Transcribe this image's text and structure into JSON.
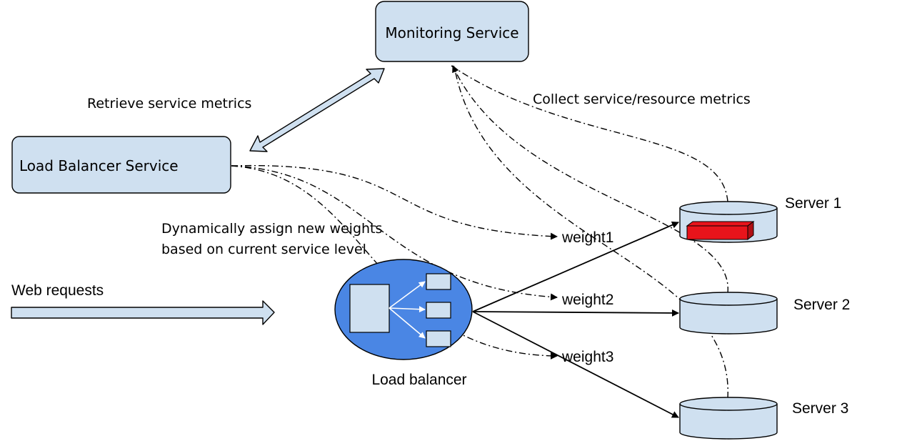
{
  "monitoring_service": {
    "label": "Monitoring Service"
  },
  "load_balancer_service": {
    "label": "Load Balancer Service"
  },
  "edge_labels": {
    "retrieve": "Retrieve service metrics",
    "collect": "Collect service/resource metrics",
    "assign_line1": "Dynamically assign new weights",
    "assign_line2": "based on current service level"
  },
  "web_requests": {
    "label": "Web requests"
  },
  "load_balancer": {
    "label": "Load balancer"
  },
  "weights": [
    "weight1",
    "weight2",
    "weight3"
  ],
  "servers": [
    "Server 1",
    "Server 2",
    "Server 3"
  ],
  "colors": {
    "box_fill": "#cfe0f0",
    "lb_fill": "#4a86e4",
    "hot_fill": "#e8141b",
    "stroke": "#000000"
  }
}
